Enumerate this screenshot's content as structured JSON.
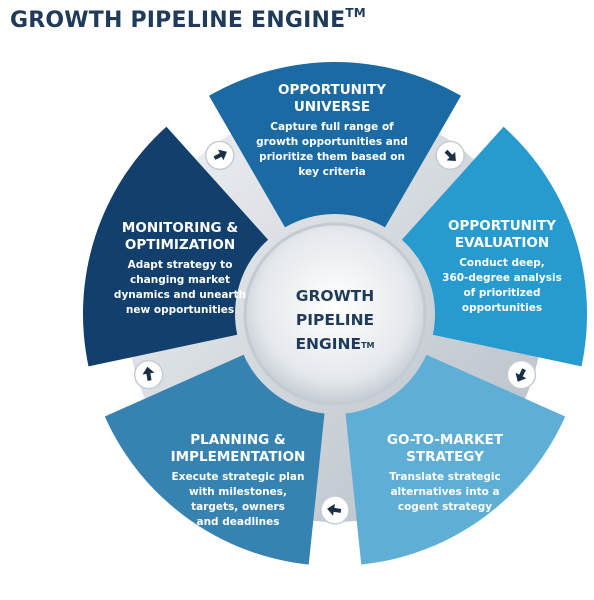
{
  "header": {
    "title": "GROWTH PIPELINE ENGINE",
    "tm": "TM"
  },
  "center": {
    "line1": "GROWTH",
    "line2": "PIPELINE",
    "line3": "ENGINE",
    "tm": "TM"
  },
  "segments": [
    {
      "title1": "OPPORTUNITY",
      "title2": "UNIVERSE",
      "desc": [
        "Capture full range of",
        "growth opportunities and",
        "prioritize them based on",
        "key criteria"
      ],
      "color": "#1b6aa3"
    },
    {
      "title1": "OPPORTUNITY",
      "title2": "EVALUATION",
      "desc": [
        "Conduct deep,",
        "360-degree analysis",
        "of prioritized",
        "opportunities"
      ],
      "color": "#279bd0"
    },
    {
      "title1": "GO-TO-MARKET",
      "title2": "STRATEGY",
      "desc": [
        "Translate strategic",
        "alternatives into a",
        "cogent strategy"
      ],
      "color": "#5eaed6"
    },
    {
      "title1": "PLANNING &",
      "title2": "IMPLEMENTATION",
      "desc": [
        "Execute strategic plan",
        "with milestones,",
        "targets, owners",
        "and deadlines"
      ],
      "color": "#3683b2"
    },
    {
      "title1": "MONITORING &",
      "title2": "OPTIMIZATION",
      "desc": [
        "Adapt strategy to",
        "changing market",
        "dynamics and unearth",
        "new opportunities"
      ],
      "color": "#123f6b"
    }
  ],
  "colors": {
    "title": "#1f3b59",
    "connector": "#d9dee3",
    "arrow_circle": "#ffffff",
    "arrow": "#1b2f45"
  },
  "arrows": [
    "arrow-right-icon",
    "arrow-down-right-icon",
    "arrow-down-left-icon",
    "arrow-left-icon",
    "arrow-up-icon"
  ]
}
